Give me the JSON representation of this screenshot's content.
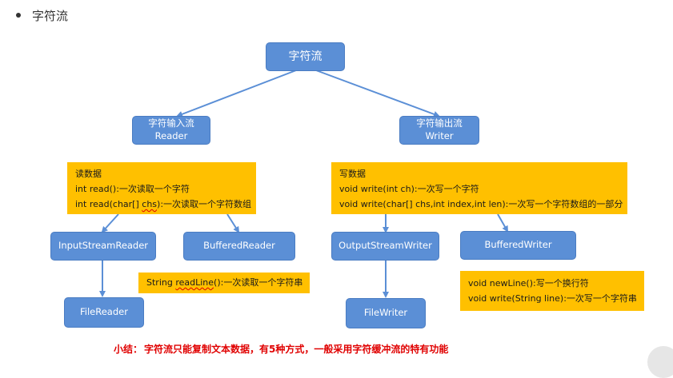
{
  "bullet": {
    "text": "字符流"
  },
  "diagram": {
    "root": {
      "label": "字符流"
    },
    "reader": {
      "title": "字符输入流",
      "subtitle": "Reader"
    },
    "writer": {
      "title": "字符输出流",
      "subtitle": "Writer"
    },
    "reader_note": {
      "heading": "读数据",
      "line1": "int read():一次读取一个字符",
      "line2_prefix": "int read(char[] ",
      "line2_chs": "chs",
      "line2_suffix": "):一次读取一个字符数组"
    },
    "writer_note": {
      "heading": "写数据",
      "line1": "void write(int ch):一次写一个字符",
      "line2": "void write(char[] chs,int index,int len):一次写一个字符数组的一部分"
    },
    "input_stream_reader": {
      "label": "InputStreamReader"
    },
    "buffered_reader": {
      "label": "BufferedReader"
    },
    "file_reader": {
      "label": "FileReader"
    },
    "output_stream_writer": {
      "label": "OutputStreamWriter"
    },
    "buffered_writer": {
      "label": "BufferedWriter"
    },
    "file_writer": {
      "label": "FileWriter"
    },
    "readline_note": {
      "prefix": "String ",
      "method": "readLine",
      "suffix": "():一次读取一个字符串"
    },
    "bufferedwriter_note": {
      "line1": "void newLine():写一个换行符",
      "line2": "void write(String line):一次写一个字符串"
    }
  },
  "summary": {
    "label": "小结：",
    "text": "字符流只能复制文本数据，有5种方式，一般采用字符缓冲流的特有功能"
  },
  "colors": {
    "box_fill": "#5b8fd6",
    "note_fill": "#ffc000",
    "connector": "#5b8fd6",
    "summary_text": "#e00000"
  }
}
